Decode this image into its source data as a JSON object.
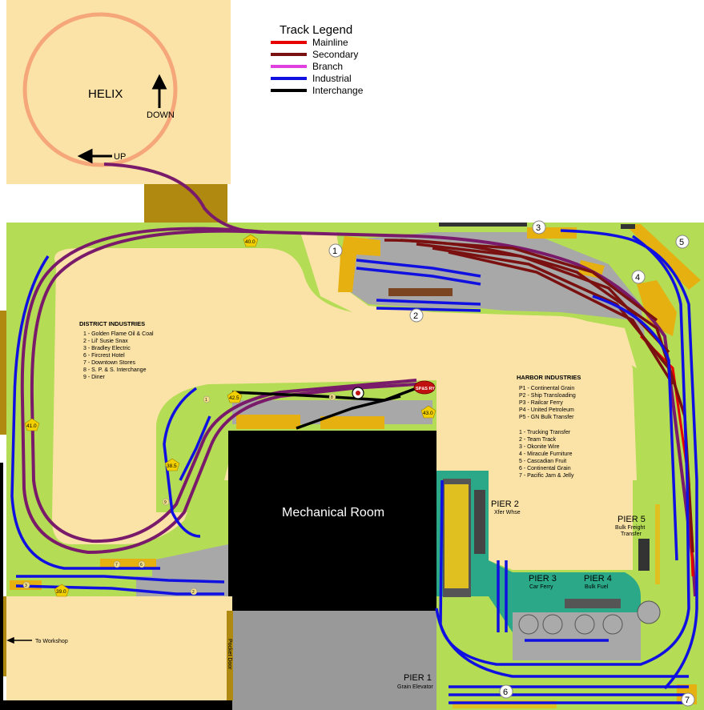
{
  "legend": {
    "title": "Track Legend",
    "items": [
      {
        "label": "Mainline",
        "color": "#e60000"
      },
      {
        "label": "Secondary",
        "color": "#7a1010"
      },
      {
        "label": "Branch",
        "color": "#e040e0"
      },
      {
        "label": "Industrial",
        "color": "#1010e0"
      },
      {
        "label": "Interchange",
        "color": "#000000"
      }
    ]
  },
  "helix": {
    "title": "HELIX",
    "down_label": "DOWN",
    "up_label": "UP"
  },
  "rooms": {
    "mechanical": "Mechanical Room",
    "workshop_link": "To Workshop",
    "pocket_door": "Pocket Door"
  },
  "district_industries": {
    "title": "DISTRICT INDUSTRIES",
    "items": [
      "1 - Golden Flame Oil & Coal",
      "2 - Lil' Susie Snax",
      "3 - Bradley Electric",
      "6 - Fircrest Hotel",
      "7 - Downtown Stores",
      "8 - S. P. & S. Interchange",
      "9 - Diner"
    ]
  },
  "harbor_industries": {
    "title": "HARBOR INDUSTRIES",
    "piers": [
      "P1 - Continental Grain",
      "P2 - Ship Transloading",
      "P3 - Railcar Ferry",
      "P4 - United Petroleum",
      "P5 - GN Bulk Transfer"
    ],
    "industries": [
      "1 - Trucking Transfer",
      "2 - Team Track",
      "3 - Okonite Wire",
      "4 - Miracule Furniture",
      "5 - Cascadian Fruit",
      "6 - Continental Grain",
      "7 - Pacific Jam & Jelly"
    ]
  },
  "piers": {
    "pier1": {
      "name": "PIER 1",
      "desc": "Grain Elevator"
    },
    "pier2": {
      "name": "PIER 2",
      "desc": "Xfer Whse"
    },
    "pier3": {
      "name": "PIER 3",
      "desc": "Car Ferry"
    },
    "pier4": {
      "name": "PIER 4",
      "desc": "Bulk Fuel"
    },
    "pier5": {
      "name": "PIER 5",
      "desc1": "Bulk Freight",
      "desc2": "Transfer"
    }
  },
  "mileposts": [
    "40.0",
    "41.0",
    "42.5",
    "38.5",
    "39.0",
    "43.0"
  ],
  "bubbles": [
    "1",
    "2",
    "3",
    "4",
    "5",
    "6",
    "7"
  ],
  "district_markers": [
    "1",
    "2",
    "3",
    "6",
    "7",
    "8",
    "9"
  ],
  "herald_text": "SP&S RY",
  "colors": {
    "layout_base": "#fbe3a8",
    "scenery_green": "#b4dc55",
    "ground_gray": "#a8a8a8",
    "water_teal": "#2aa888",
    "helix_ring": "#f5a77a",
    "wall": "#b08a10",
    "mechanical_room": "#000000",
    "lower_room": "#999999"
  }
}
